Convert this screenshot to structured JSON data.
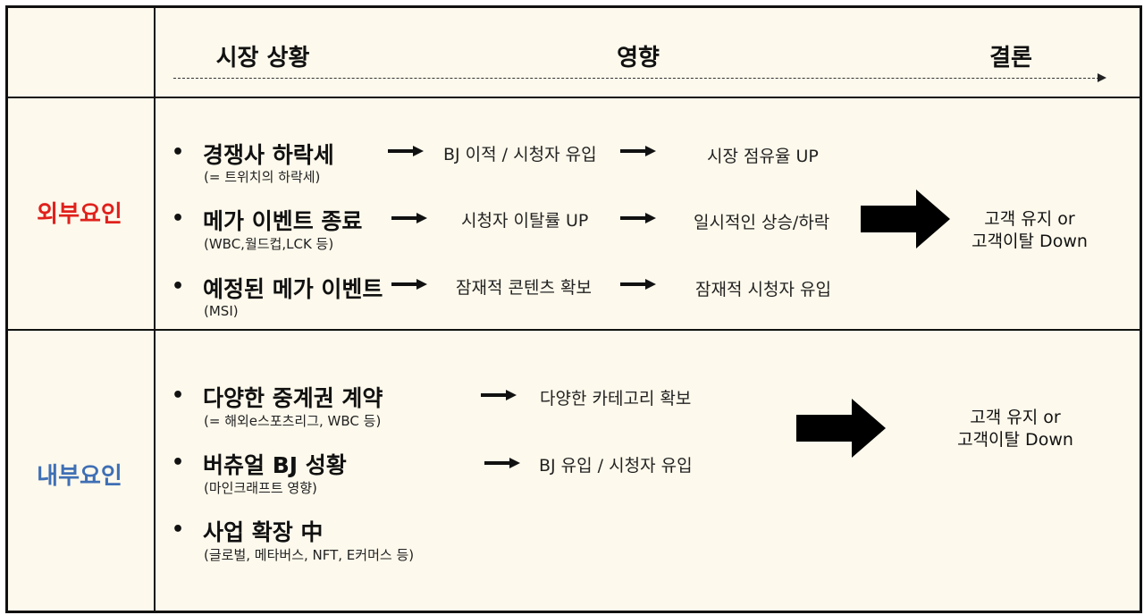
{
  "header": {
    "situation": "시장 상황",
    "impact": "영향",
    "conclusion": "결론"
  },
  "colors": {
    "external": "#e0211c",
    "internal": "#3f6fb5",
    "background": "#fdf9ec",
    "line": "#111111"
  },
  "external": {
    "label": "외부요인",
    "factors": [
      {
        "title": "경쟁사 하락세",
        "sub": "(= 트위치의 하락세)",
        "impact": "BJ 이적 / 시청자 유입",
        "result": "시장 점유율 UP"
      },
      {
        "title": "메가 이벤트 종료",
        "sub": "(WBC,월드컵,LCK 등)",
        "impact": "시청자 이탈률 UP",
        "result": "일시적인 상승/하락"
      },
      {
        "title": "예정된 메가 이벤트",
        "sub": "(MSI)",
        "impact": "잠재적 콘텐츠 확보",
        "result": "잠재적 시청자 유입"
      }
    ],
    "conclusion": {
      "line1": "고객 유지 or",
      "line2": "고객이탈 Down"
    }
  },
  "internal": {
    "label": "내부요인",
    "factors": [
      {
        "title": "다양한 중계권 계약",
        "sub": "(= 해외e스포츠리그, WBC 등)",
        "impact": "다양한 카테고리 확보"
      },
      {
        "title": "버츄얼 BJ 성황",
        "sub": "(마인크래프트 영향)",
        "impact": "BJ 유입 / 시청자 유입"
      },
      {
        "title": "사업 확장 中",
        "sub": "(글로벌, 메타버스, NFT, E커머스 등)"
      }
    ],
    "conclusion": {
      "line1": "고객 유지 or",
      "line2": "고객이탈 Down"
    }
  }
}
